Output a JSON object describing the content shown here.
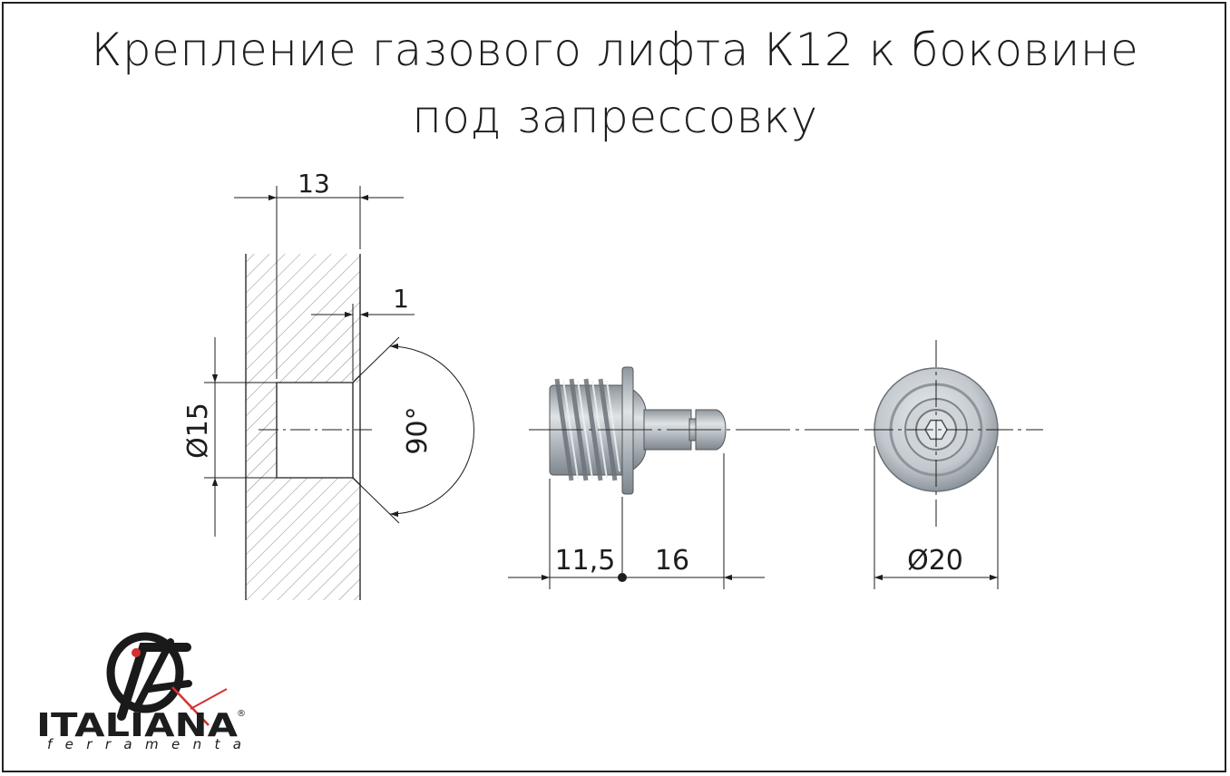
{
  "title": {
    "line1": "Крепление газового лифта К12 к боковине",
    "line2": "под запрессовку"
  },
  "dimensions": {
    "panel_thickness": "13",
    "chamfer": "1",
    "hole_diameter": "Ø15",
    "chamfer_angle": "90°",
    "thread_length": "11,5",
    "pin_length": "16",
    "flange_diameter": "Ø20"
  },
  "logo": {
    "brand": "ITALIANA",
    "registered": "®",
    "subtitle": "ferramenta"
  },
  "colors": {
    "line": "#1d1d1d",
    "hatch": "#777777",
    "part_metal": "#b9c0c6",
    "logo_accent": "#d63030"
  }
}
